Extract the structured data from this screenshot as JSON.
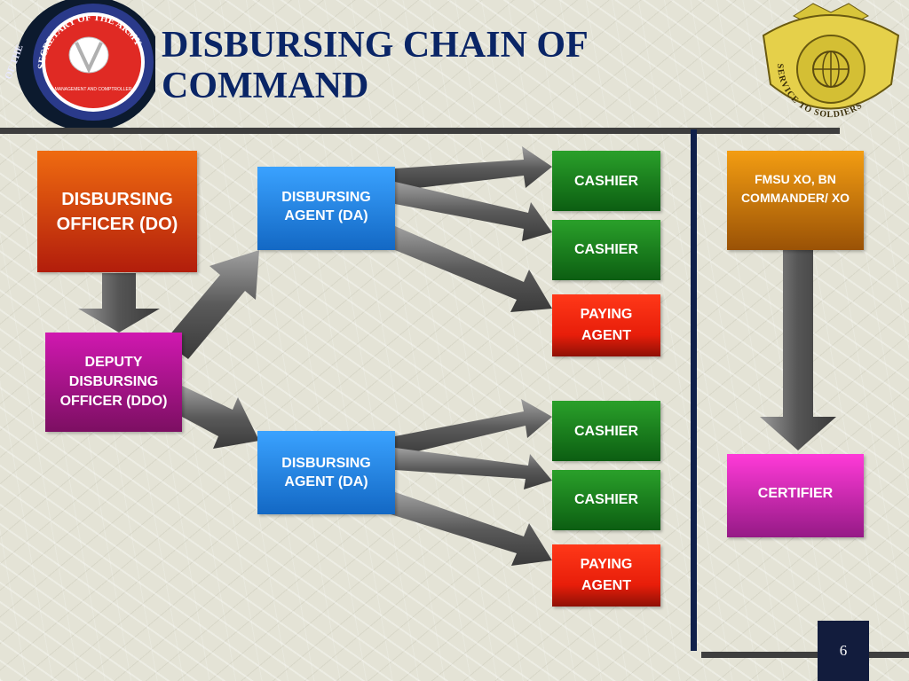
{
  "title": "DISBURSING CHAIN OF COMMAND",
  "left_seal": {
    "ring_text": "SECRETARY OF THE ARMY",
    "inner_text": "MANAGEMENT AND COMPTROLLER",
    "edge_text": "OF THE"
  },
  "right_insignia": {
    "motto": "SERVICE TO SOLDIERS"
  },
  "boxes": {
    "do": "DISBURSING OFFICER (DO)",
    "ddo": "DEPUTY DISBURSING OFFICER (DDO)",
    "da_top": "DISBURSING AGENT (DA)",
    "da_bottom": "DISBURSING AGENT (DA)",
    "cashier_1": "CASHIER",
    "cashier_2": "CASHIER",
    "paying_agent_1": "PAYING AGENT",
    "cashier_3": "CASHIER",
    "cashier_4": "CASHIER",
    "paying_agent_2": "PAYING AGENT",
    "fmsu": "FMSU XO, BN COMMANDER/ XO",
    "certifier": "CERTIFIER"
  },
  "page_number": "6"
}
